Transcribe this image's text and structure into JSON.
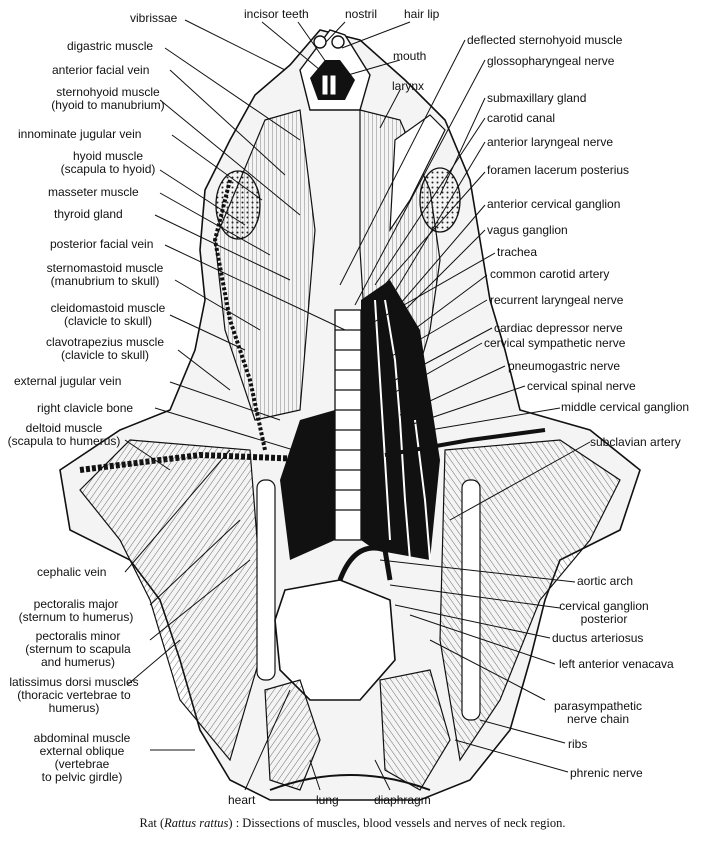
{
  "figure": {
    "labels": {
      "vibrissae": "vibrissae",
      "incisor_teeth": "incisor  teeth",
      "nostril": "nostril",
      "hair_lip": "hair  lip",
      "mouth": "mouth",
      "larynx": "larynx",
      "digastric_muscle": "digastric  muscle",
      "anterior_facial_vein": "anterior  facial  vein",
      "sternohyoid_muscle": "sternohyoid  muscle\n(hyoid to manubrium)",
      "innominate_jugular_vein": "innominate  jugular  vein",
      "hyoid_muscle": "hyoid  muscle\n(scapula  to  hyoid)",
      "masseter_muscle": "masseter  muscle",
      "thyroid_gland": "thyroid  gland",
      "posterior_facial_vein": "posterior  facial  vein",
      "sternomastoid_muscle": "sternomastoid  muscle\n(manubrium  to  skull)",
      "cleidomastoid_muscle": "cleidomastoid  muscle\n(clavicle  to  skull)",
      "clavotrapezius_muscle": "clavotrapezius  muscle\n(clavicle  to  skull)",
      "external_jugular_vein": "external  jugular  vein",
      "right_clavicle_bone": "right  clavicle  bone",
      "deltoid_muscle": "deltoid  muscle\n(scapula  to  humerus)",
      "cephalic_vein": "cephalic  vein",
      "pectoralis_major": "pectoralis  major\n(sternum  to  humerus)",
      "pectoralis_minor": "pectoralis  minor\n(sternum  to  scapula\nand  humerus)",
      "latissimus_dorsi": "latissimus  dorsi  muscles\n(thoracic  vertebrae  to\nhumerus)",
      "abdominal_muscle": "abdominal  muscle\nexternal  oblique\n(vertebrae\nto  pelvic  girdle)",
      "heart": "heart",
      "lung": "lung",
      "diaphragm": "diaphragm",
      "deflected_sternohyoid_muscle": "deflected  sternohyoid  muscle",
      "glossopharyngeal_nerve": "glossopharyngeal  nerve",
      "submaxillary_gland": "submaxillary  gland",
      "carotid_canal": "carotid  canal",
      "anterior_laryngeal_nerve": "anterior  laryngeal  nerve",
      "foramen_lacerum_posterius": "foramen  lacerum  posterius",
      "anterior_cervical_ganglion": "anterior  cervical  ganglion",
      "vagus_ganglion": "vagus  ganglion",
      "trachea": "trachea",
      "common_carotid_artery": "common  carotid  artery",
      "recurrent_laryngeal_nerve": "recurrent  laryngeal  nerve",
      "cardiac_depressor_nerve": "cardiac  depressor  nerve",
      "cervical_sympathetic_nerve": "cervical  sympathetic  nerve",
      "pneumogastric_nerve": "pneumogastric  nerve",
      "cervical_spinal_nerve": "cervical  spinal  nerve",
      "middle_cervical_ganglion": "middle  cervical  ganglion",
      "subclavian_artery": "subclavian  artery",
      "aortic_arch": "aortic  arch",
      "cervical_ganglion_posterior": "cervical  ganglion\nposterior",
      "ductus_arteriosus": "ductus  arteriosus",
      "left_anterior_venacava": "left  anterior  venacava",
      "parasympathetic_nerve_chain": "parasympathetic\nnerve  chain",
      "ribs": "ribs",
      "phrenic_nerve": "phrenic  nerve"
    },
    "caption": {
      "prefix": "Rat (",
      "species": "Rattus rattus",
      "suffix": ") : Dissections of muscles, blood vessels and nerves of neck region."
    }
  }
}
